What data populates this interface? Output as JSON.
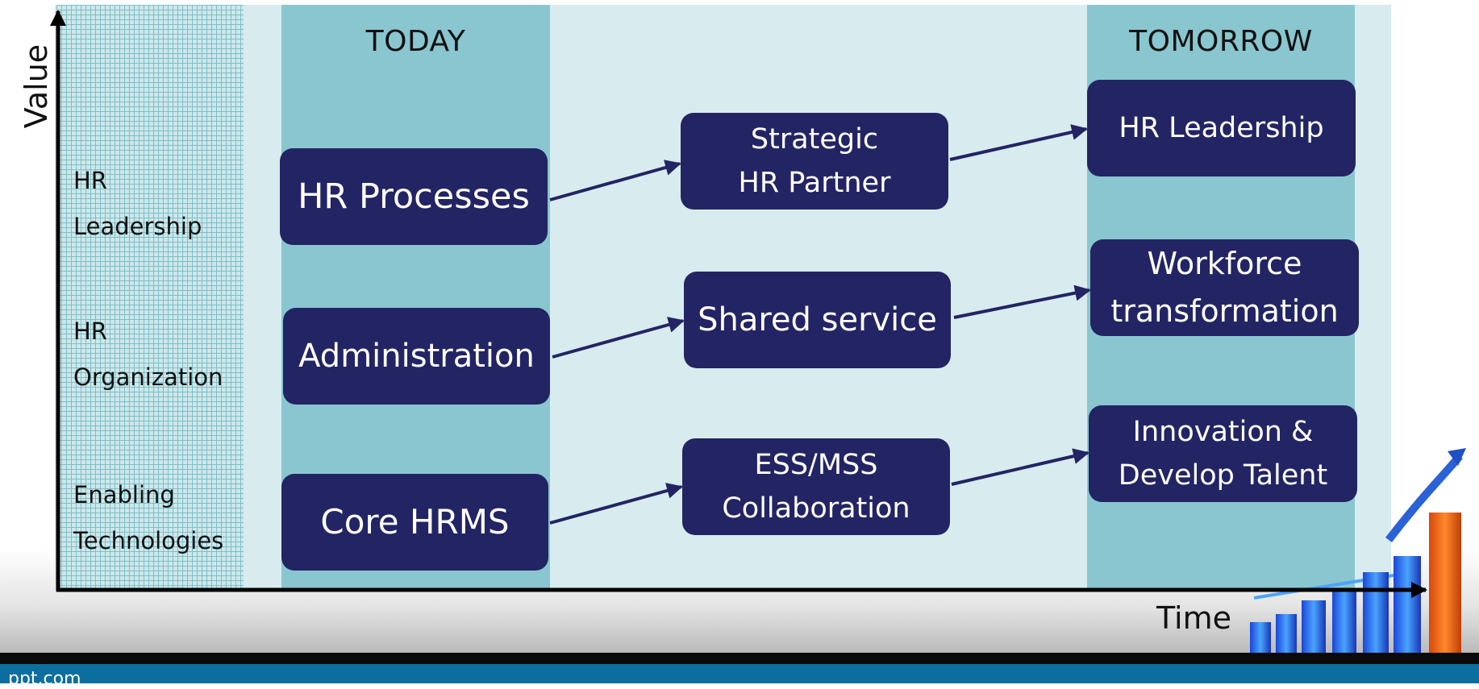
{
  "axes": {
    "y_label": "Value",
    "x_label": "Time"
  },
  "columns": {
    "today": "TODAY",
    "tomorrow": "TOMORROW"
  },
  "rows": [
    {
      "line1": "HR",
      "line2": "Leadership"
    },
    {
      "line1": "HR",
      "line2": "Organization"
    },
    {
      "line1": "Enabling",
      "line2": "Technologies"
    }
  ],
  "today_boxes": [
    "HR Processes",
    "Administration",
    "Core HRMS"
  ],
  "middle_boxes": [
    {
      "line1": "Strategic",
      "line2": "HR Partner"
    },
    {
      "line1": "Shared service",
      "line2": ""
    },
    {
      "line1": "ESS/MSS",
      "line2": "Collaboration"
    }
  ],
  "tomorrow_boxes": [
    {
      "line1": "HR Leadership",
      "line2": ""
    },
    {
      "line1": "Workforce",
      "line2": "transformation"
    },
    {
      "line1": "Innovation &",
      "line2": "Develop Talent"
    }
  ],
  "footer": {
    "text": "ppt.com"
  },
  "colors": {
    "box": "#232464",
    "column": "#8ac6cf",
    "panel": "#d8ecef",
    "footer_blue": "#0c6e9e"
  }
}
